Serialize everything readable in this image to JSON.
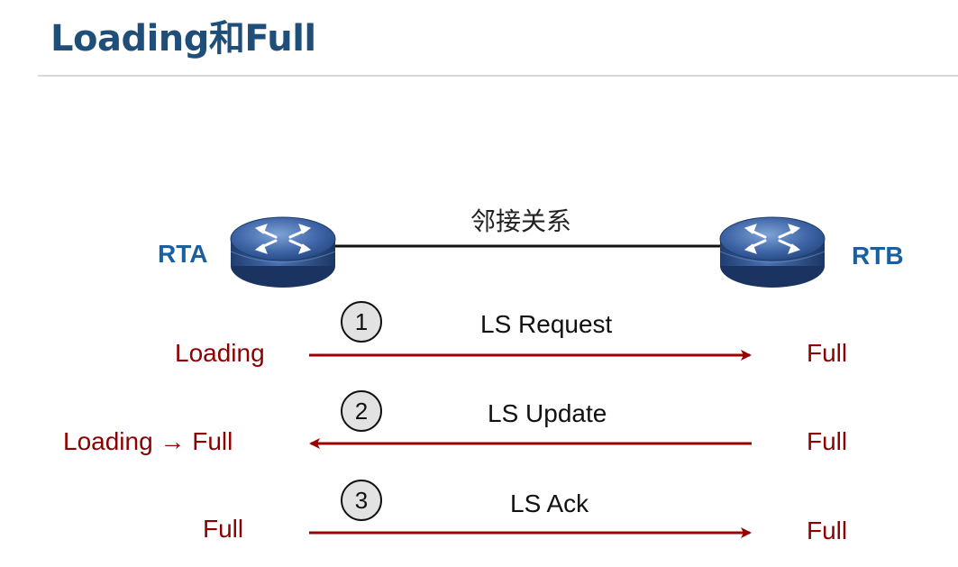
{
  "title": "Loading和Full",
  "colors": {
    "title": "#1f4e79",
    "router_label": "#1a5f9e",
    "state": "#8b0000",
    "arrow": "#9b0000",
    "link": "#111111"
  },
  "routers": {
    "left": {
      "name": "RTA",
      "icon": "router-icon"
    },
    "right": {
      "name": "RTB",
      "icon": "router-icon"
    }
  },
  "link_label": "邻接关系",
  "steps": [
    {
      "num": "1",
      "message": "LS Request",
      "direction": "right",
      "left_state": "Loading",
      "right_state": "Full"
    },
    {
      "num": "2",
      "message": "LS Update",
      "direction": "left",
      "left_state": "Loading → Full",
      "right_state": "Full"
    },
    {
      "num": "3",
      "message": "LS Ack",
      "direction": "right",
      "left_state": "Full",
      "right_state": "Full"
    }
  ]
}
